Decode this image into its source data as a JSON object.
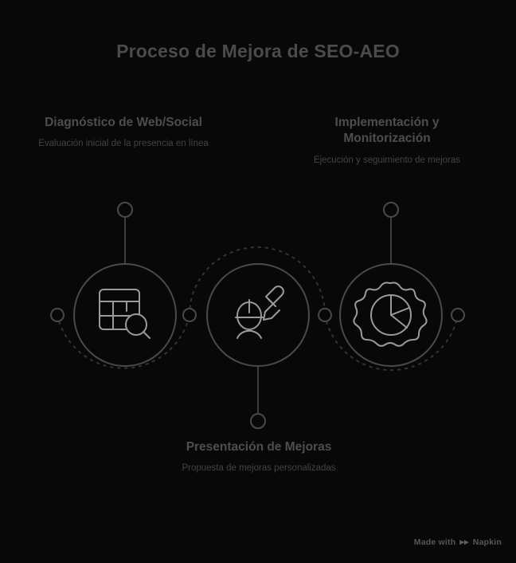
{
  "title": "Proceso de Mejora de SEO-AEO",
  "colors": {
    "background": "#080808",
    "title_text": "#4b4b4b",
    "step_title_text": "#4e4e4e",
    "step_desc_text": "#434343",
    "circle_stroke": "#4a4a4a",
    "icon_stroke": "#9a9a9a",
    "connector_stroke": "#3d3d3d",
    "dashed_arc_stroke": "#343434",
    "watermark_text": "#575757"
  },
  "steps": [
    {
      "index": 1,
      "title": "Diagnóstico de Web/Social",
      "description": "Evaluación inicial de la presencia en línea",
      "icon": "web-audit-icon"
    },
    {
      "index": 2,
      "title": "Presentación de Mejoras",
      "description": "Propuesta de mejoras personalizadas",
      "icon": "user-edit-icon"
    },
    {
      "index": 3,
      "title": "Implementación y Monitorización",
      "description": "Ejecución y seguimiento de mejoras",
      "icon": "gear-chart-icon"
    }
  ],
  "watermark": {
    "text": "Made with",
    "brand": "Napkin",
    "logo": "napkin-play-icon"
  }
}
